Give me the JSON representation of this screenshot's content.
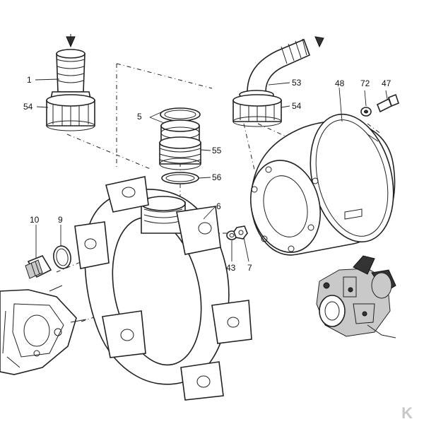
{
  "callouts": {
    "c1": "1",
    "c54a": "54",
    "c5": "5",
    "c55": "55",
    "c56": "56",
    "c53": "53",
    "c54b": "54",
    "c48": "48",
    "c72": "72",
    "c47": "47",
    "c6": "6",
    "c10": "10",
    "c9": "9",
    "c43": "43",
    "c7": "7"
  },
  "logo": {
    "text": "K",
    "color": "#c8c8c8"
  }
}
